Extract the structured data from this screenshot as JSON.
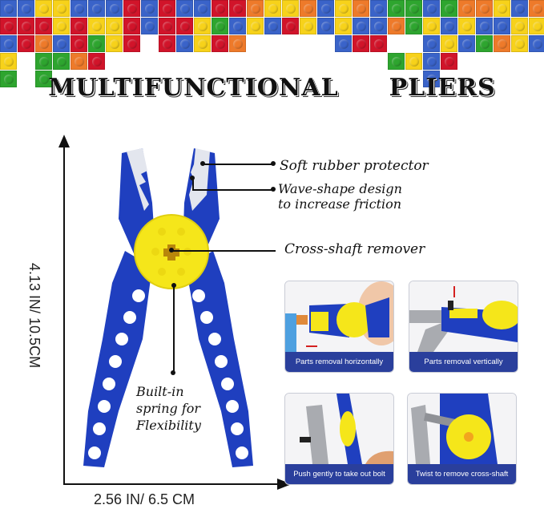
{
  "header": {
    "title_word_1": "MULTIFUNCTIONAL",
    "title_word_2": "PLIERS",
    "brick_colors": {
      "blue": "#3a63c9",
      "red": "#d1142a",
      "yellow": "#f7d21a",
      "green": "#2ea52f",
      "orange": "#ee7a2a"
    }
  },
  "dimensions": {
    "height_label": "4.13 IN/ 10.5CM",
    "width_label": "2.56 IN/ 6.5 CM"
  },
  "callouts": [
    {
      "id": "rubber",
      "text": "Soft rubber protector"
    },
    {
      "id": "wave",
      "line1": "Wave-shape design",
      "line2": "to increase friction"
    },
    {
      "id": "cross",
      "text": "Cross-shaft remover"
    },
    {
      "id": "spring",
      "line1": "Built-in",
      "line2": "spring for",
      "line3": "Flexibility"
    }
  ],
  "usage_cards": [
    {
      "caption": "Parts removal horizontally"
    },
    {
      "caption": "Parts removal vertically"
    },
    {
      "caption": "Push gently to take out bolt"
    },
    {
      "caption": "Twist to remove cross-shaft"
    }
  ],
  "colors": {
    "pliers_blue": "#1f3fbf",
    "hub_yellow": "#f5e61a",
    "rubber_grey": "#e3e6ee",
    "caption_bar": "#2a3f9c"
  }
}
